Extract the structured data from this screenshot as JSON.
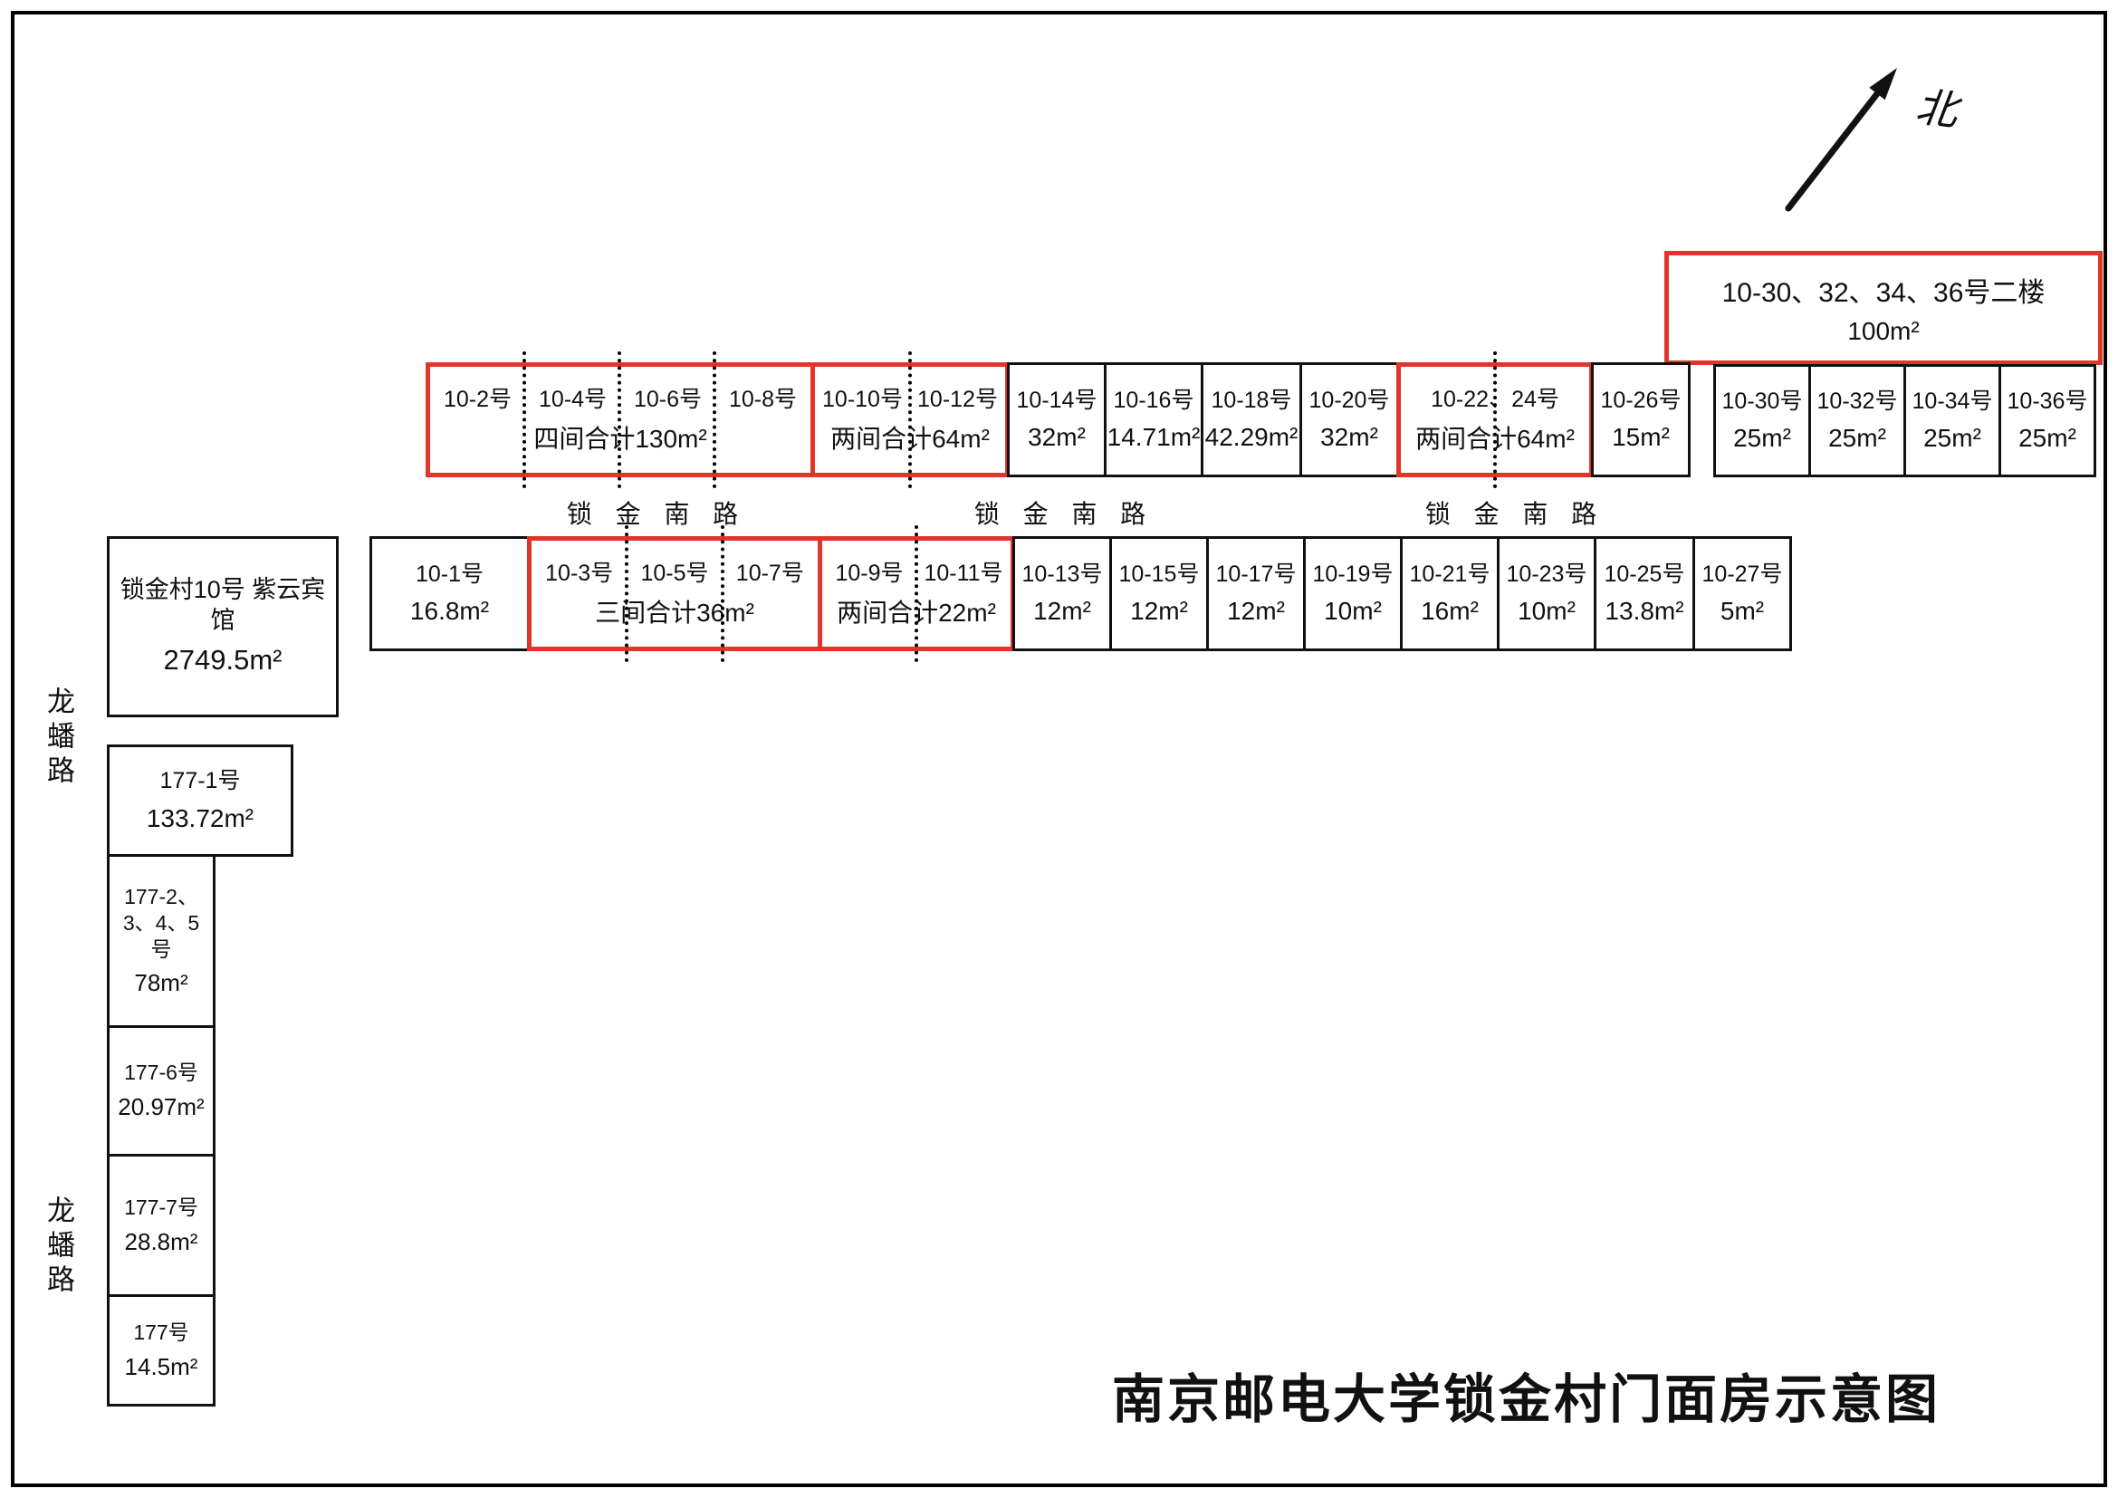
{
  "title": "南京邮电大学锁金村门面房示意图",
  "compass": {
    "north_label": "北"
  },
  "street": {
    "label": "锁 金 南 路"
  },
  "road": {
    "label": "龙蟠路"
  },
  "upper_floor": {
    "label": "10-30、32、34、36号二楼",
    "area": "100m²"
  },
  "north_row": {
    "group_2_8": {
      "units": [
        "10-2号",
        "10-4号",
        "10-6号",
        "10-8号"
      ],
      "total": "四间合计130m²"
    },
    "group_10_12": {
      "units": [
        "10-10号",
        "10-12号"
      ],
      "total": "两间合计64m²"
    },
    "unit_14": {
      "label": "10-14号",
      "area": "32m²"
    },
    "unit_16": {
      "label": "10-16号",
      "area": "14.71m²"
    },
    "unit_18": {
      "label": "10-18号",
      "area": "42.29m²"
    },
    "unit_20": {
      "label": "10-20号",
      "area": "32m²"
    },
    "group_22_24": {
      "label": "10-22、24号",
      "total": "两间合计64m²"
    },
    "unit_26": {
      "label": "10-26号",
      "area": "15m²"
    },
    "unit_30": {
      "label": "10-30号",
      "area": "25m²"
    },
    "unit_32": {
      "label": "10-32号",
      "area": "25m²"
    },
    "unit_34": {
      "label": "10-34号",
      "area": "25m²"
    },
    "unit_36": {
      "label": "10-36号",
      "area": "25m²"
    }
  },
  "south_row": {
    "unit_1": {
      "label": "10-1号",
      "area": "16.8m²"
    },
    "group_3_7": {
      "units": [
        "10-3号",
        "10-5号",
        "10-7号"
      ],
      "total": "三间合计36m²"
    },
    "group_9_11": {
      "units": [
        "10-9号",
        "10-11号"
      ],
      "total": "两间合计22m²"
    },
    "unit_13": {
      "label": "10-13号",
      "area": "12m²"
    },
    "unit_15": {
      "label": "10-15号",
      "area": "12m²"
    },
    "unit_17": {
      "label": "10-17号",
      "area": "12m²"
    },
    "unit_19": {
      "label": "10-19号",
      "area": "10m²"
    },
    "unit_21": {
      "label": "10-21号",
      "area": "16m²"
    },
    "unit_23": {
      "label": "10-23号",
      "area": "10m²"
    },
    "unit_25": {
      "label": "10-25号",
      "area": "13.8m²"
    },
    "unit_27": {
      "label": "10-27号",
      "area": "5m²"
    }
  },
  "west_column": {
    "hotel": {
      "label": "锁金村10号 紫云宾馆",
      "area": "2749.5m²"
    },
    "unit_177_1": {
      "label": "177-1号",
      "area": "133.72m²"
    },
    "unit_177_2345": {
      "label": "177-2、3、4、5号",
      "area": "78m²"
    },
    "unit_177_6": {
      "label": "177-6号",
      "area": "20.97m²"
    },
    "unit_177_7": {
      "label": "177-7号",
      "area": "28.8m²"
    },
    "unit_177": {
      "label": "177号",
      "area": "14.5m²"
    }
  },
  "colors": {
    "highlight": "#e1342a",
    "line": "#111111"
  }
}
